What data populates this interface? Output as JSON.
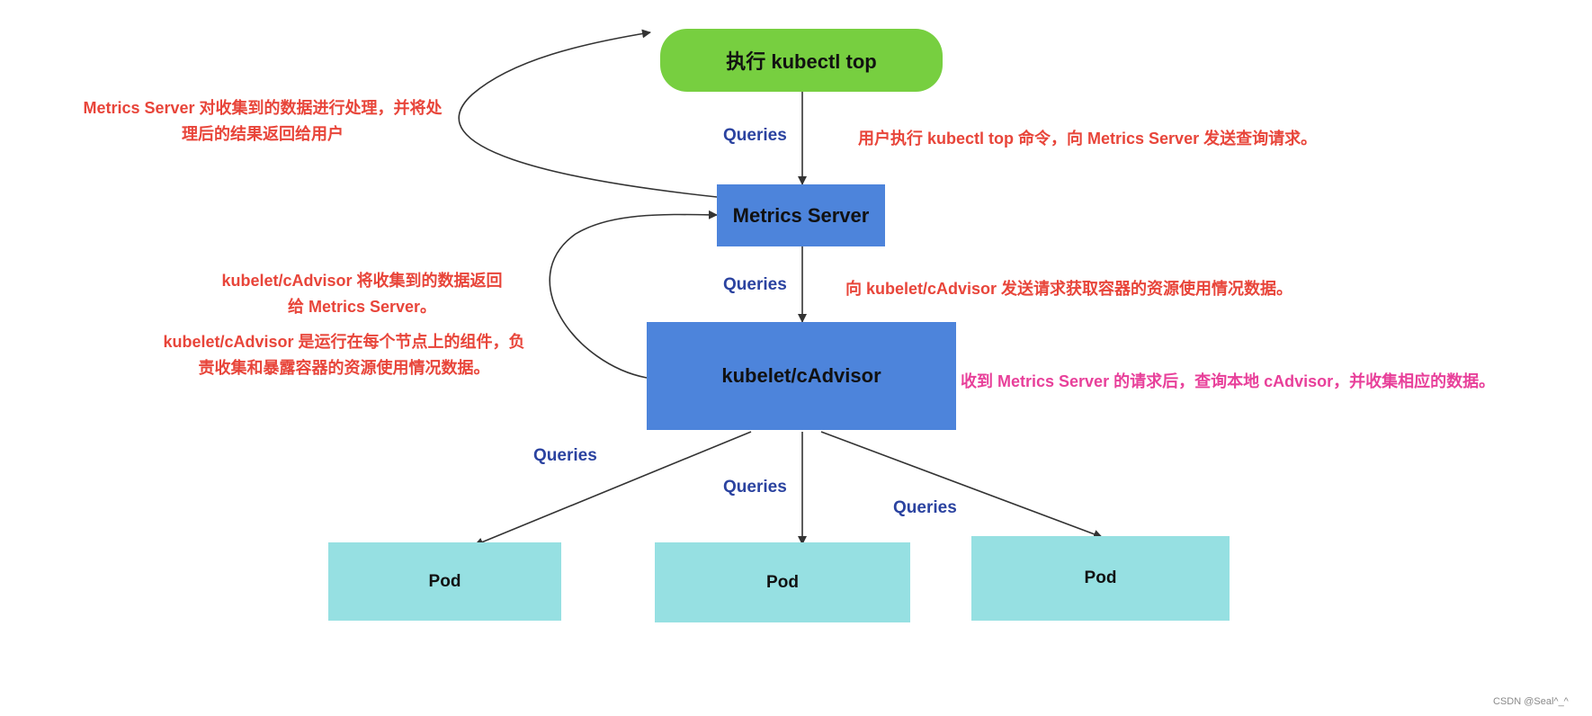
{
  "nodes": {
    "start": "执行 kubectl top",
    "metrics_server": "Metrics Server",
    "kubelet": "kubelet/cAdvisor",
    "pod_1": "Pod",
    "pod_2": "Pod",
    "pod_3": "Pod"
  },
  "edge_labels": {
    "start_to_metrics": "Queries",
    "metrics_to_kubelet": "Queries",
    "kubelet_to_pod_1": "Queries",
    "kubelet_to_pod_2": "Queries",
    "kubelet_to_pod_3": "Queries"
  },
  "annotations": {
    "return_line1": "Metrics Server 对收集到的数据进行处理，并将处",
    "return_line2": "理后的结果返回给用户",
    "user_request": "用户执行 kubectl top 命令，向 Metrics Server 发送查询请求。",
    "kubelet_return_line1": "kubelet/cAdvisor 将收集到的数据返回",
    "kubelet_return_line2": "给 Metrics Server。",
    "kubelet_desc_line1": "kubelet/cAdvisor 是运行在每个节点上的组件，负",
    "kubelet_desc_line2": "责收集和暴露容器的资源使用情况数据。",
    "metrics_request": "向 kubelet/cAdvisor 发送请求获取容器的资源使用情况数据。",
    "kubelet_receive": "收到 Metrics Server 的请求后，查询本地 cAdvisor，并收集相应的数据。"
  },
  "watermark": "CSDN @Seal^_^",
  "colors": {
    "start_fill": "#77cf40",
    "server_fill": "#4d84db",
    "pod_fill": "#96e0e2",
    "queries_text": "#2b43a0",
    "note_red": "#e8453a",
    "note_pink": "#e8409a",
    "arrow": "#333333"
  }
}
